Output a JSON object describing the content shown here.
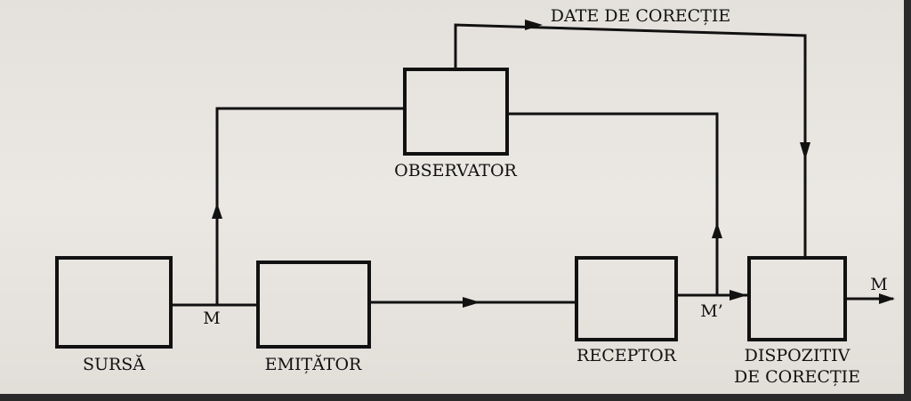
{
  "diagram": {
    "blocks": [
      {
        "id": "sursa",
        "label": "SURSĂ"
      },
      {
        "id": "emitator",
        "label": "EMIȚĂTOR"
      },
      {
        "id": "observator",
        "label": "OBSERVATOR"
      },
      {
        "id": "receptor",
        "label": "RECEPTOR"
      },
      {
        "id": "dispozitiv",
        "label_line1": "DISPOZITIV",
        "label_line2": "DE CORECȚIE"
      }
    ],
    "signals": {
      "m_source": "M",
      "m_received": "M’",
      "m_output": "M",
      "corrections": "DATE DE CORECȚIE"
    }
  }
}
